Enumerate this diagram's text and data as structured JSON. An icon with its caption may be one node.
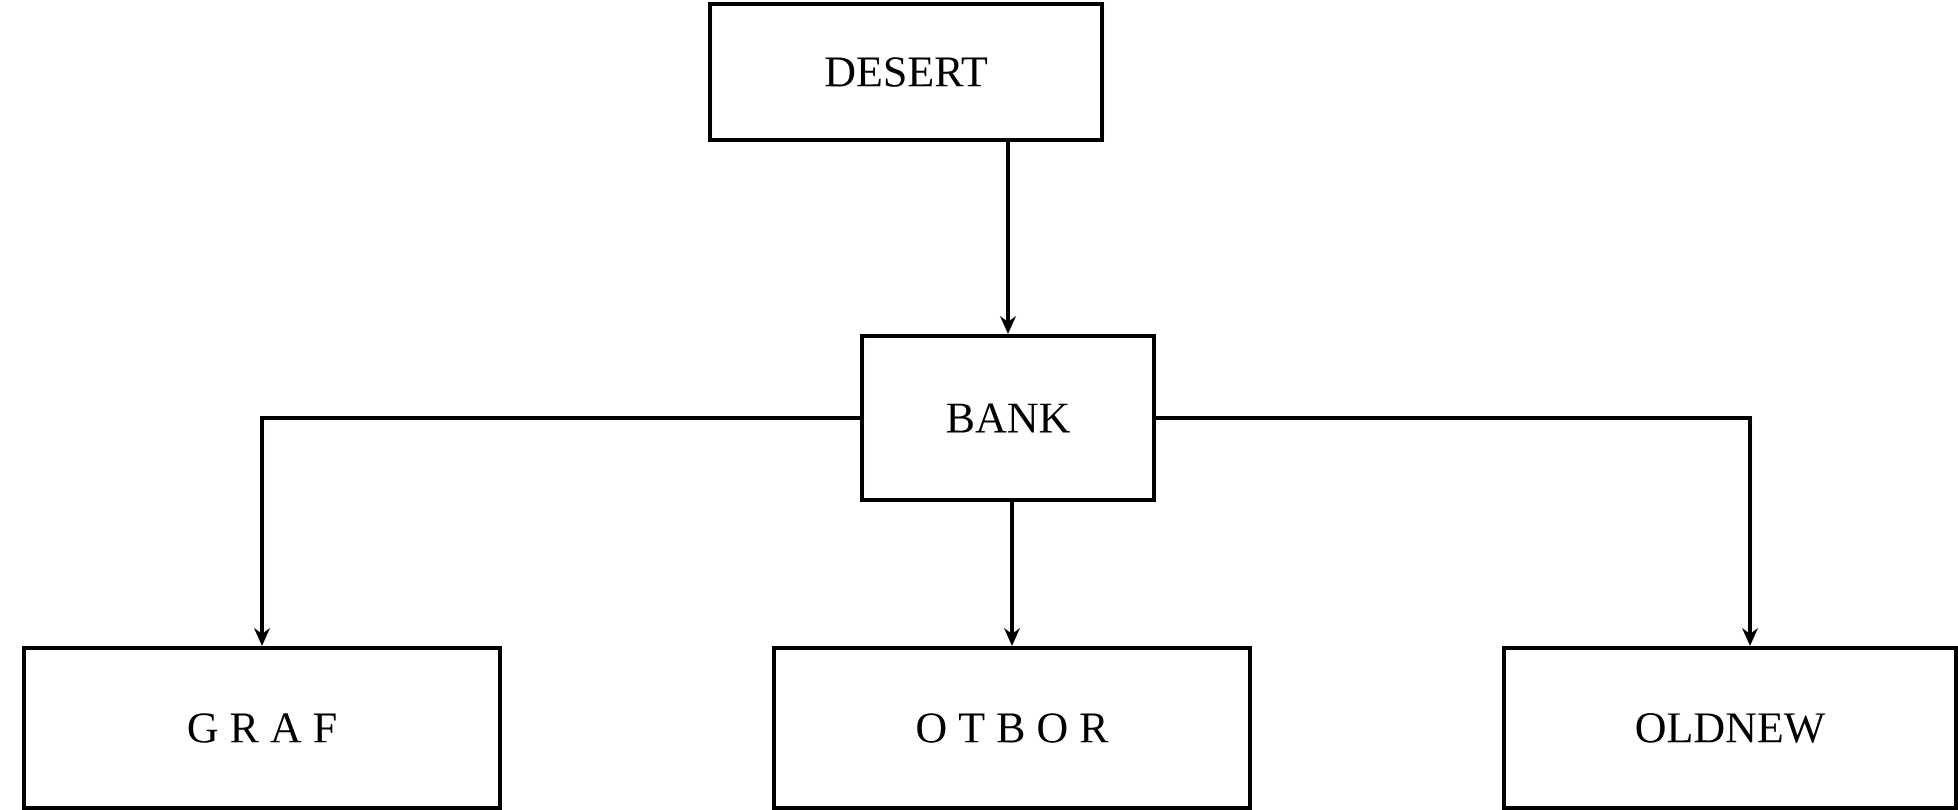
{
  "diagram": {
    "nodes": [
      {
        "text": [
          "DESERT"
        ]
      },
      {
        "text": [
          "BANK"
        ]
      },
      {
        "text": [
          "G R A F"
        ]
      },
      {
        "text": [
          "O T B O R"
        ]
      },
      {
        "text": [
          "OLDNEW"
        ]
      }
    ],
    "edges": [
      {
        "from": 0,
        "to": 1,
        "arrow": "to"
      },
      {
        "from": 1,
        "to": 2,
        "arrow": "to"
      },
      {
        "from": 1,
        "to": 3,
        "arrow": "to"
      },
      {
        "from": 1,
        "to": 4,
        "arrow": "to"
      }
    ]
  }
}
